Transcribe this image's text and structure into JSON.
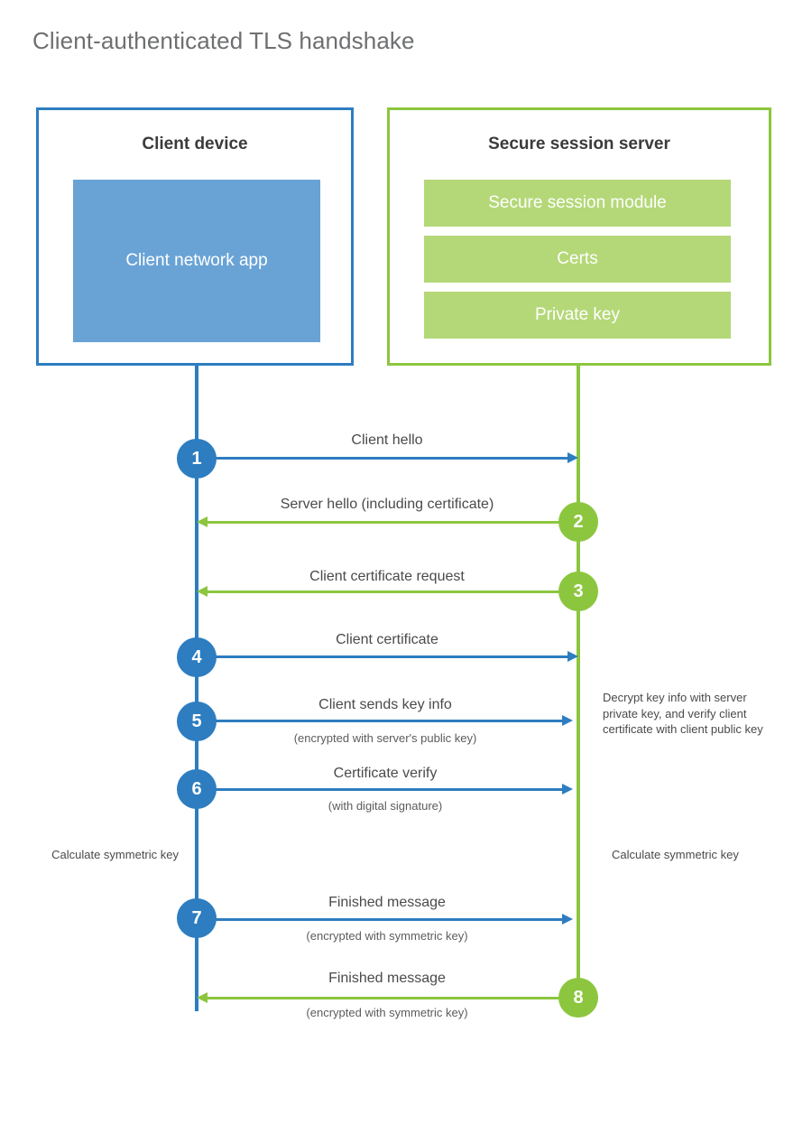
{
  "title": "Client-authenticated TLS handshake",
  "colors": {
    "blue": "#2d7dc0",
    "green": "#8cc63f",
    "app_fill": "#69a3d5",
    "server_item_fill": "#b4d878",
    "title_text": "#6e6f71",
    "body_text": "#4a4a4c"
  },
  "client_box": {
    "title": "Client device",
    "app_label": "Client network app"
  },
  "server_box": {
    "title": "Secure session server",
    "items": [
      {
        "label": "Secure session module"
      },
      {
        "label": "Certs"
      },
      {
        "label": "Private key"
      }
    ]
  },
  "steps": [
    {
      "number": "1",
      "label": "Client hello",
      "sub": "",
      "direction": "client-to-server",
      "color": "blue"
    },
    {
      "number": "2",
      "label": "Server hello (including certificate)",
      "sub": "",
      "direction": "server-to-client",
      "color": "green"
    },
    {
      "number": "3",
      "label": "Client certificate request",
      "sub": "",
      "direction": "server-to-client",
      "color": "green"
    },
    {
      "number": "4",
      "label": "Client certificate",
      "sub": "",
      "direction": "client-to-server",
      "color": "blue"
    },
    {
      "number": "5",
      "label": "Client sends key info",
      "sub": "(encrypted with server's public key)",
      "direction": "client-to-server",
      "color": "blue"
    },
    {
      "number": "6",
      "label": "Certificate verify",
      "sub": "(with digital signature)",
      "direction": "client-to-server",
      "color": "blue"
    },
    {
      "number": "7",
      "label": "Finished message",
      "sub": "(encrypted with symmetric key)",
      "direction": "client-to-server",
      "color": "blue"
    },
    {
      "number": "8",
      "label": "Finished message",
      "sub": "(encrypted with symmetric key)",
      "direction": "server-to-client",
      "color": "green"
    }
  ],
  "notes": {
    "server_decrypt": "Decrypt key info with server private key, and verify client certificate with client public key",
    "client_calculate": "Calculate symmetric key",
    "server_calculate": "Calculate symmetric key"
  }
}
